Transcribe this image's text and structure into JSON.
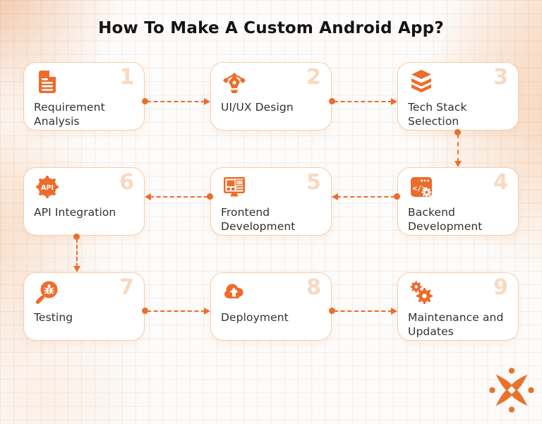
{
  "title": "How To Make A Custom Android App?",
  "colors": {
    "primary_orange": "#ED6C2B",
    "step_number": "#F8D9C1",
    "card_border": "#F6CDAC",
    "label_text": "#35302C",
    "title_text": "#141414",
    "background_peach": "#F1B690"
  },
  "steps": [
    {
      "number": "1",
      "label": "Requirement Analysis",
      "icon": "document-icon"
    },
    {
      "number": "2",
      "label": "UI/UX Design",
      "icon": "pen-tool-icon"
    },
    {
      "number": "3",
      "label": "Tech Stack Selection",
      "icon": "layers-stack-icon"
    },
    {
      "number": "4",
      "label": "Backend Development",
      "icon": "code-window-gear-icon"
    },
    {
      "number": "5",
      "label": "Frontend Development",
      "icon": "monitor-layout-icon"
    },
    {
      "number": "6",
      "label": "API Integration",
      "icon": "api-gear-icon"
    },
    {
      "number": "7",
      "label": "Testing",
      "icon": "bug-magnifier-icon"
    },
    {
      "number": "8",
      "label": "Deployment",
      "icon": "cloud-upload-icon"
    },
    {
      "number": "9",
      "label": "Maintenance and Updates",
      "icon": "double-gears-icon"
    }
  ],
  "flow_order": [
    "1→2",
    "2→3",
    "3→4",
    "4→5",
    "5→6",
    "6→7",
    "7→8",
    "8→9"
  ],
  "logo": {
    "name": "pinwheel-star-logo"
  }
}
